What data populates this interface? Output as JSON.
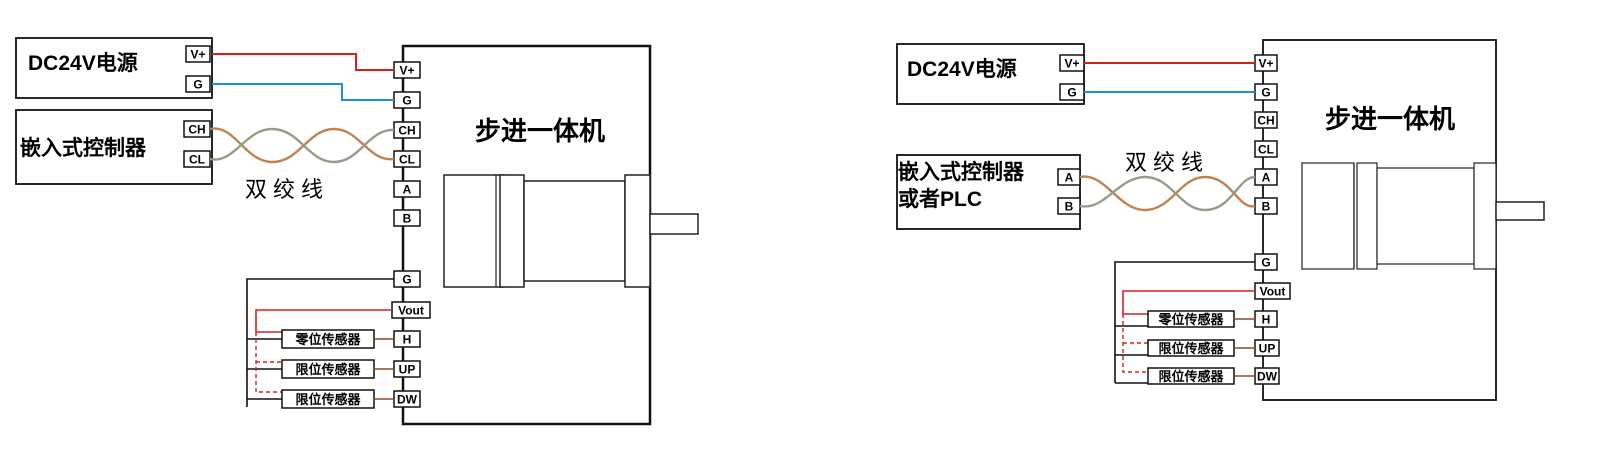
{
  "colors": {
    "red_wire": "#d62020",
    "blue_wire": "#1e90d8",
    "twist_a": "#c0834f",
    "twist_b": "#949c8a",
    "brown_wire": "#8b4a2b",
    "outline": "#111111"
  },
  "left": {
    "power_label": "DC24V电源",
    "power_pins": [
      "V+",
      "G"
    ],
    "controller_label": "嵌入式控制器",
    "controller_pins": [
      "CH",
      "CL"
    ],
    "twist_label": "双绞线",
    "module_label": "步进一体机",
    "module_pins": [
      "V+",
      "G",
      "CH",
      "CL",
      "A",
      "B",
      "G",
      "Vout",
      "H",
      "UP",
      "DW"
    ],
    "sensors": [
      "零位传感器",
      "限位传感器",
      "限位传感器"
    ]
  },
  "right": {
    "power_label": "DC24V电源",
    "power_pins": [
      "V+",
      "G"
    ],
    "controller_label_line1": "嵌入式控制器",
    "controller_label_line2": "或者PLC",
    "controller_pins": [
      "A",
      "B"
    ],
    "twist_label": "双绞线",
    "module_label": "步进一体机",
    "module_pins": [
      "V+",
      "G",
      "CH",
      "CL",
      "A",
      "B",
      "G",
      "Vout",
      "H",
      "UP",
      "DW"
    ],
    "sensors": [
      "零位传感器",
      "限位传感器",
      "限位传感器"
    ]
  }
}
